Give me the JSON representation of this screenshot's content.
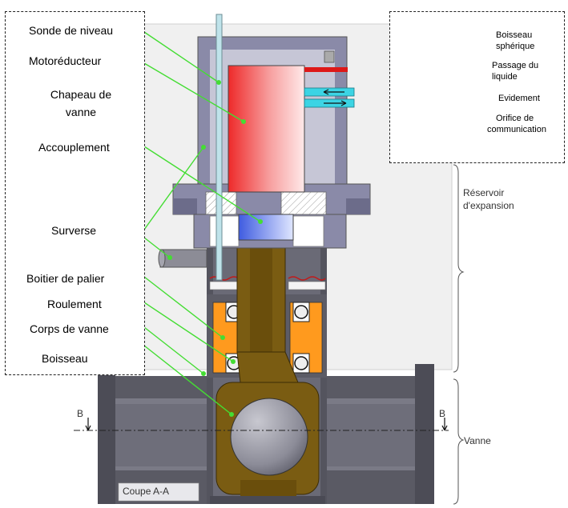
{
  "left_labels": {
    "sonde": "Sonde de niveau",
    "motoreducteur": "Motoréducteur",
    "chapeau_line1": "Chapeau de",
    "chapeau_line2": "vanne",
    "accouplement": "Accouplement",
    "surverse": "Surverse",
    "boitier": "Boitier de palier",
    "roulement": "Roulement",
    "corps": "Corps de vanne",
    "boisseau": "Boisseau"
  },
  "inset_labels": {
    "boisseau_line1": "Boisseau",
    "boisseau_line2": "sphérique",
    "passage_line1": "Passage du",
    "passage_line2": "liquide",
    "evidement": "Evidement",
    "orifice_line1": "Orifice de",
    "orifice_line2": "communication"
  },
  "annotations": {
    "reservoir_line1": "Réservoir",
    "reservoir_line2": "d'expansion",
    "vanne": "Vanne",
    "section_left": "B",
    "section_right": "B",
    "coupe": "Coupe A-A"
  },
  "colors": {
    "housing": "#8a8aa8",
    "housing_dark": "#5c5c7a",
    "body": "#54545e",
    "plug": "#7a5c12",
    "motor_red": "#ee2a2a",
    "coupling_blue": "#4f6ee8",
    "bearing_orange": "#ff9a1e",
    "leader_green": "#44dd33",
    "pipe_cyan": "#3cd4e4",
    "pipe_red": "#dd1818"
  }
}
